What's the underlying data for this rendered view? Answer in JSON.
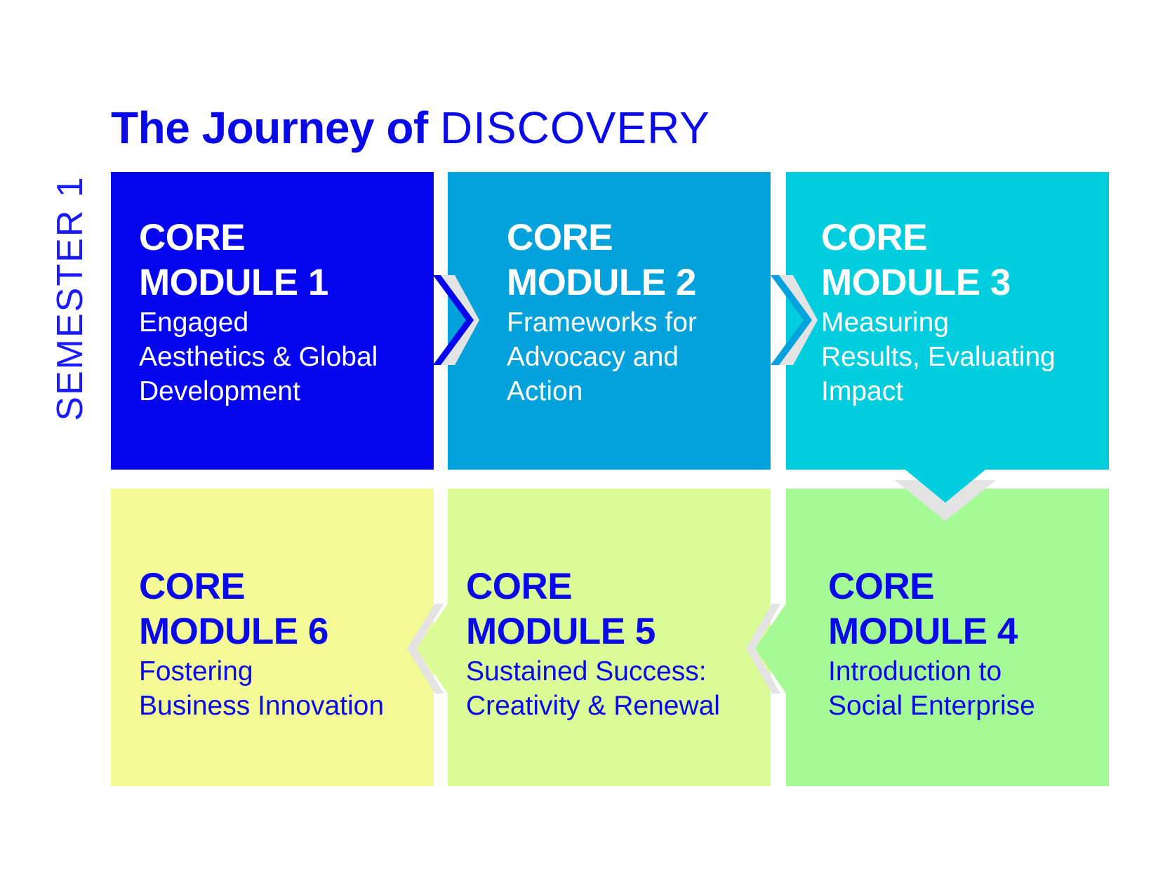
{
  "title": {
    "bold": "The Journey of",
    "light": "DISCOVERY"
  },
  "side_label": "SEMESTER 1",
  "modules": [
    {
      "line1": "CORE",
      "line2": "MODULE 1",
      "desc": [
        "Engaged",
        "Aesthetics & Global",
        "Development"
      ],
      "color": "#0505f0"
    },
    {
      "line1": "CORE",
      "line2": "MODULE 2",
      "desc": [
        "Frameworks for",
        "Advocacy and",
        "Action"
      ],
      "color": "#03a2dc"
    },
    {
      "line1": "CORE",
      "line2": "MODULE 3",
      "desc": [
        "Measuring",
        "Results, Evaluating",
        "Impact"
      ],
      "color": "#00cedf"
    },
    {
      "line1": "CORE",
      "line2": "MODULE 4",
      "desc": [
        "Introduction to",
        "Social Enterprise"
      ],
      "color": "#a6fa96"
    },
    {
      "line1": "CORE",
      "line2": "MODULE 5",
      "desc": [
        "Sustained Success:",
        "Creativity & Renewal"
      ],
      "color": "#dafb95"
    },
    {
      "line1": "CORE",
      "line2": "MODULE 6",
      "desc": [
        "Fostering",
        "Business Innovation"
      ],
      "color": "#f2f995"
    }
  ],
  "text_colors": {
    "light": "#ffffff",
    "dark": "#0a0ae8"
  },
  "arrow_shadow_color": "#e3e3e3"
}
